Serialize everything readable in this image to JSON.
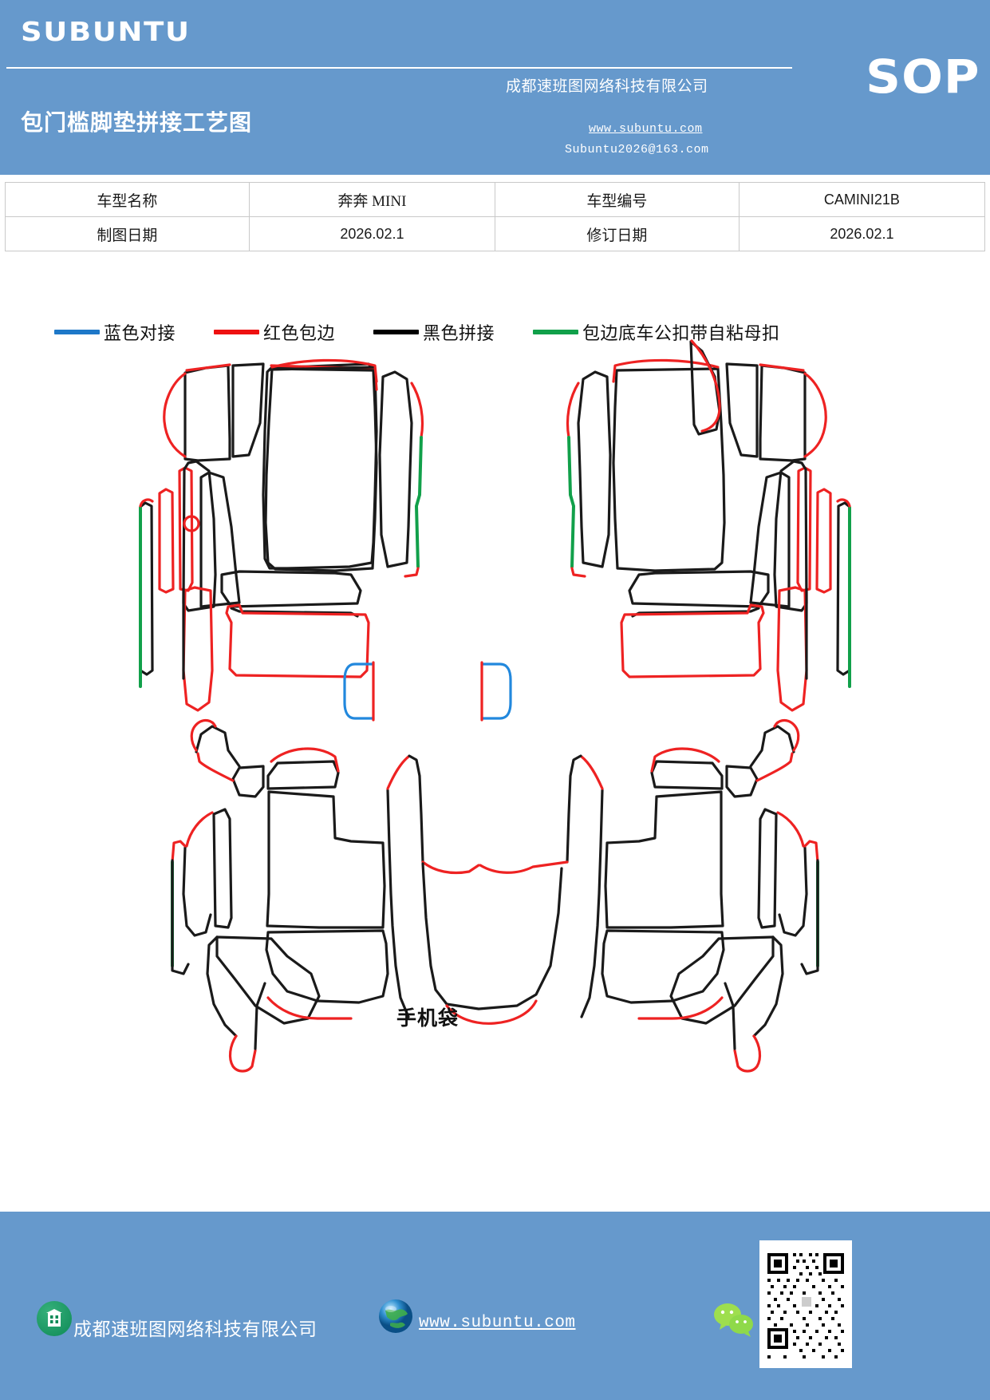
{
  "header": {
    "brand": "SUBUNTU",
    "doc_title": "包门槛脚垫拼接工艺图",
    "company_cn": "成都速班图网络科技有限公司",
    "badge": "SOP",
    "url": "www.subuntu.com",
    "email": "Subuntu2026@163.com",
    "bg_color": "#6699cc"
  },
  "info_table": {
    "rows": [
      {
        "label1": "车型名称",
        "value1": "奔奔 MINI",
        "label2": "车型编号",
        "value2": "CAMINI21B"
      },
      {
        "label1": "制图日期",
        "value1": "2026.02.1",
        "label2": "修订日期",
        "value2": "2026.02.1"
      }
    ]
  },
  "legend": {
    "items": [
      {
        "label": "蓝色对接",
        "color": "#1e78c8"
      },
      {
        "label": "红色包边",
        "color": "#ee1111"
      },
      {
        "label": "黑色拼接",
        "color": "#000000"
      },
      {
        "label": "包边底车公扣带自粘母扣",
        "color": "#11a04a"
      }
    ]
  },
  "drawing": {
    "phone_pocket_label": "手机袋",
    "colors": {
      "black": "#1a1a1a",
      "red": "#ee2222",
      "green": "#11a04a",
      "blue": "#2288dd"
    }
  },
  "footer": {
    "company": "成都速班图网络科技有限公司",
    "url": "www.subuntu.com",
    "bg_color": "#6699cc"
  }
}
